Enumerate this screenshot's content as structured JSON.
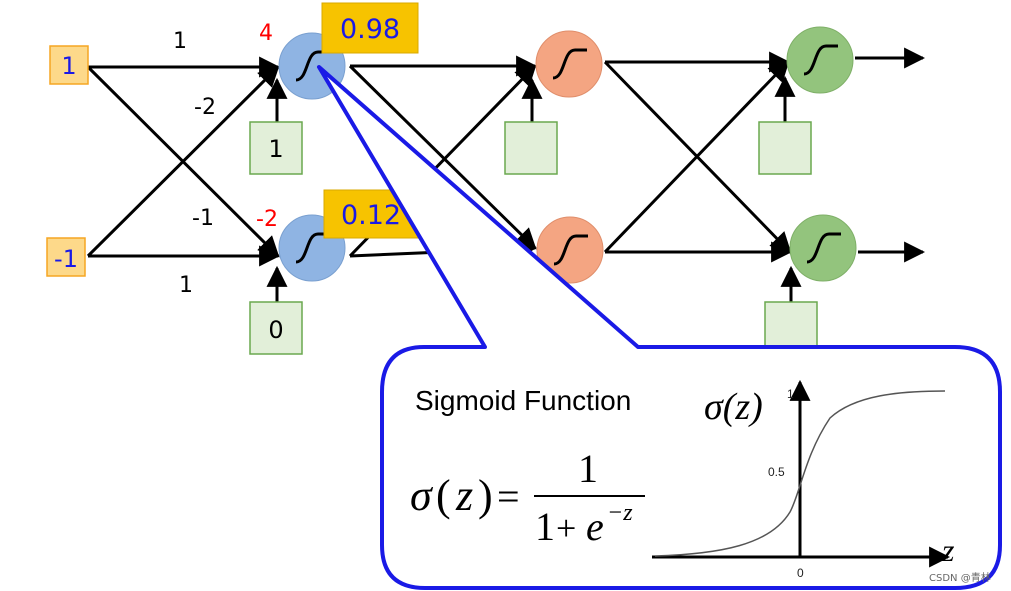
{
  "network": {
    "inputs": [
      "1",
      "-1"
    ],
    "weights": {
      "w11": "1",
      "w12": "-2",
      "w21": "-1",
      "w22": "1"
    },
    "biases": [
      "1",
      "0"
    ],
    "pre_activations": [
      "4",
      "-2"
    ],
    "outputs": [
      "0.98",
      "0.12"
    ]
  },
  "callout": {
    "title": "Sigmoid Function",
    "formula": {
      "sigma": "σ",
      "lparen": "(",
      "z": "z",
      "rparen": ")",
      "equals": "=",
      "numerator": "1",
      "den_one": "1",
      "plus": "+",
      "e": "e",
      "exponent": "−z"
    },
    "plot": {
      "y_label": "σ(z)",
      "x_label": "z",
      "ticks": {
        "y_top": "1",
        "y_mid": "0.5",
        "x_zero": "0"
      }
    }
  },
  "watermark": "CSDN @青林",
  "colors": {
    "input_box": "#fdd98a",
    "input_border": "#f5a623",
    "output_label": "#f7c300",
    "layer1_node": "#8fb4e3",
    "layer2_node": "#f4a582",
    "layer3_node": "#93c47d",
    "bias_box": "#e2efd9",
    "bias_border": "#6aa84f",
    "callout_border": "#1a1ae6",
    "pre_activation_text": "#ff0000",
    "value_text": "#1a1ae6"
  }
}
